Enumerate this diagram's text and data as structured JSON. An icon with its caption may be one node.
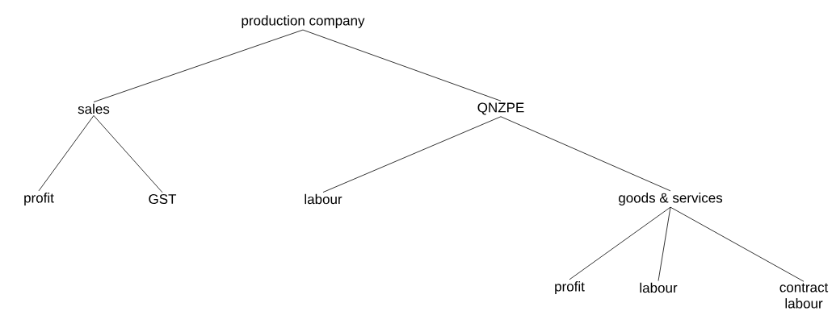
{
  "diagram": {
    "nodes": [
      {
        "text": [
          "production company"
        ]
      },
      {
        "text": [
          "sales"
        ]
      },
      {
        "text": [
          "QNZPE"
        ]
      },
      {
        "text": [
          "profit"
        ]
      },
      {
        "text": [
          "GST"
        ]
      },
      {
        "text": [
          "labour"
        ]
      },
      {
        "text": [
          "goods & services"
        ]
      },
      {
        "text": [
          "profit"
        ]
      },
      {
        "text": [
          "labour"
        ]
      },
      {
        "text": [
          "contract labour"
        ]
      }
    ],
    "edges": [
      {
        "from": 0,
        "to": 1,
        "arrow": "none"
      },
      {
        "from": 0,
        "to": 2,
        "arrow": "none"
      },
      {
        "from": 1,
        "to": 3,
        "arrow": "none"
      },
      {
        "from": 1,
        "to": 4,
        "arrow": "none"
      },
      {
        "from": 2,
        "to": 5,
        "arrow": "none"
      },
      {
        "from": 2,
        "to": 6,
        "arrow": "none"
      },
      {
        "from": 6,
        "to": 7,
        "arrow": "none"
      },
      {
        "from": 6,
        "to": 8,
        "arrow": "none"
      },
      {
        "from": 6,
        "to": 9,
        "arrow": "none"
      }
    ]
  }
}
